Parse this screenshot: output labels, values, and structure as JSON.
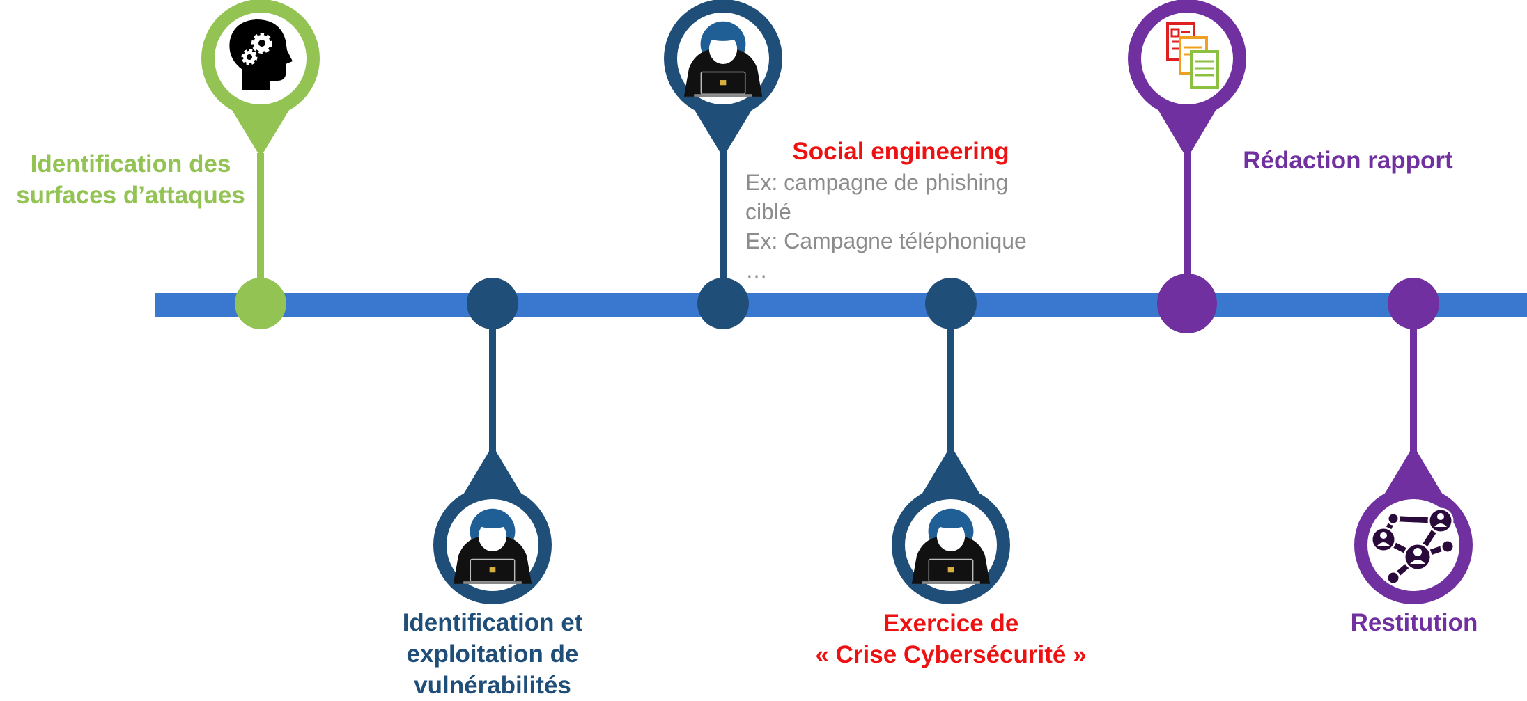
{
  "colors": {
    "timeline": "#3a78d0",
    "green": "#92c353",
    "navy": "#1f4e79",
    "purple": "#7030a0",
    "red": "#ee1111",
    "gray": "#8c8c8c",
    "hoodie": "#1f5f96"
  },
  "steps": [
    {
      "icon": "head-gears-icon",
      "title_lines": [
        "Identification des",
        "surfaces d’attaques"
      ]
    },
    {
      "icon": "hacker-icon",
      "title_lines": [
        "Identification et",
        "exploitation de",
        "vulnérabilités"
      ]
    },
    {
      "icon": "hacker-icon",
      "title_lines": [
        "Social engineering"
      ],
      "details": [
        "Ex: campagne de phishing",
        "ciblé",
        "Ex: Campagne téléphonique",
        "…"
      ]
    },
    {
      "icon": "hacker-icon",
      "title_lines": [
        "Exercice de",
        "« Crise Cybersécurité »"
      ]
    },
    {
      "icon": "documents-icon",
      "title_lines": [
        "Rédaction rapport"
      ]
    },
    {
      "icon": "network-people-icon",
      "title_lines": [
        "Restitution"
      ]
    }
  ]
}
